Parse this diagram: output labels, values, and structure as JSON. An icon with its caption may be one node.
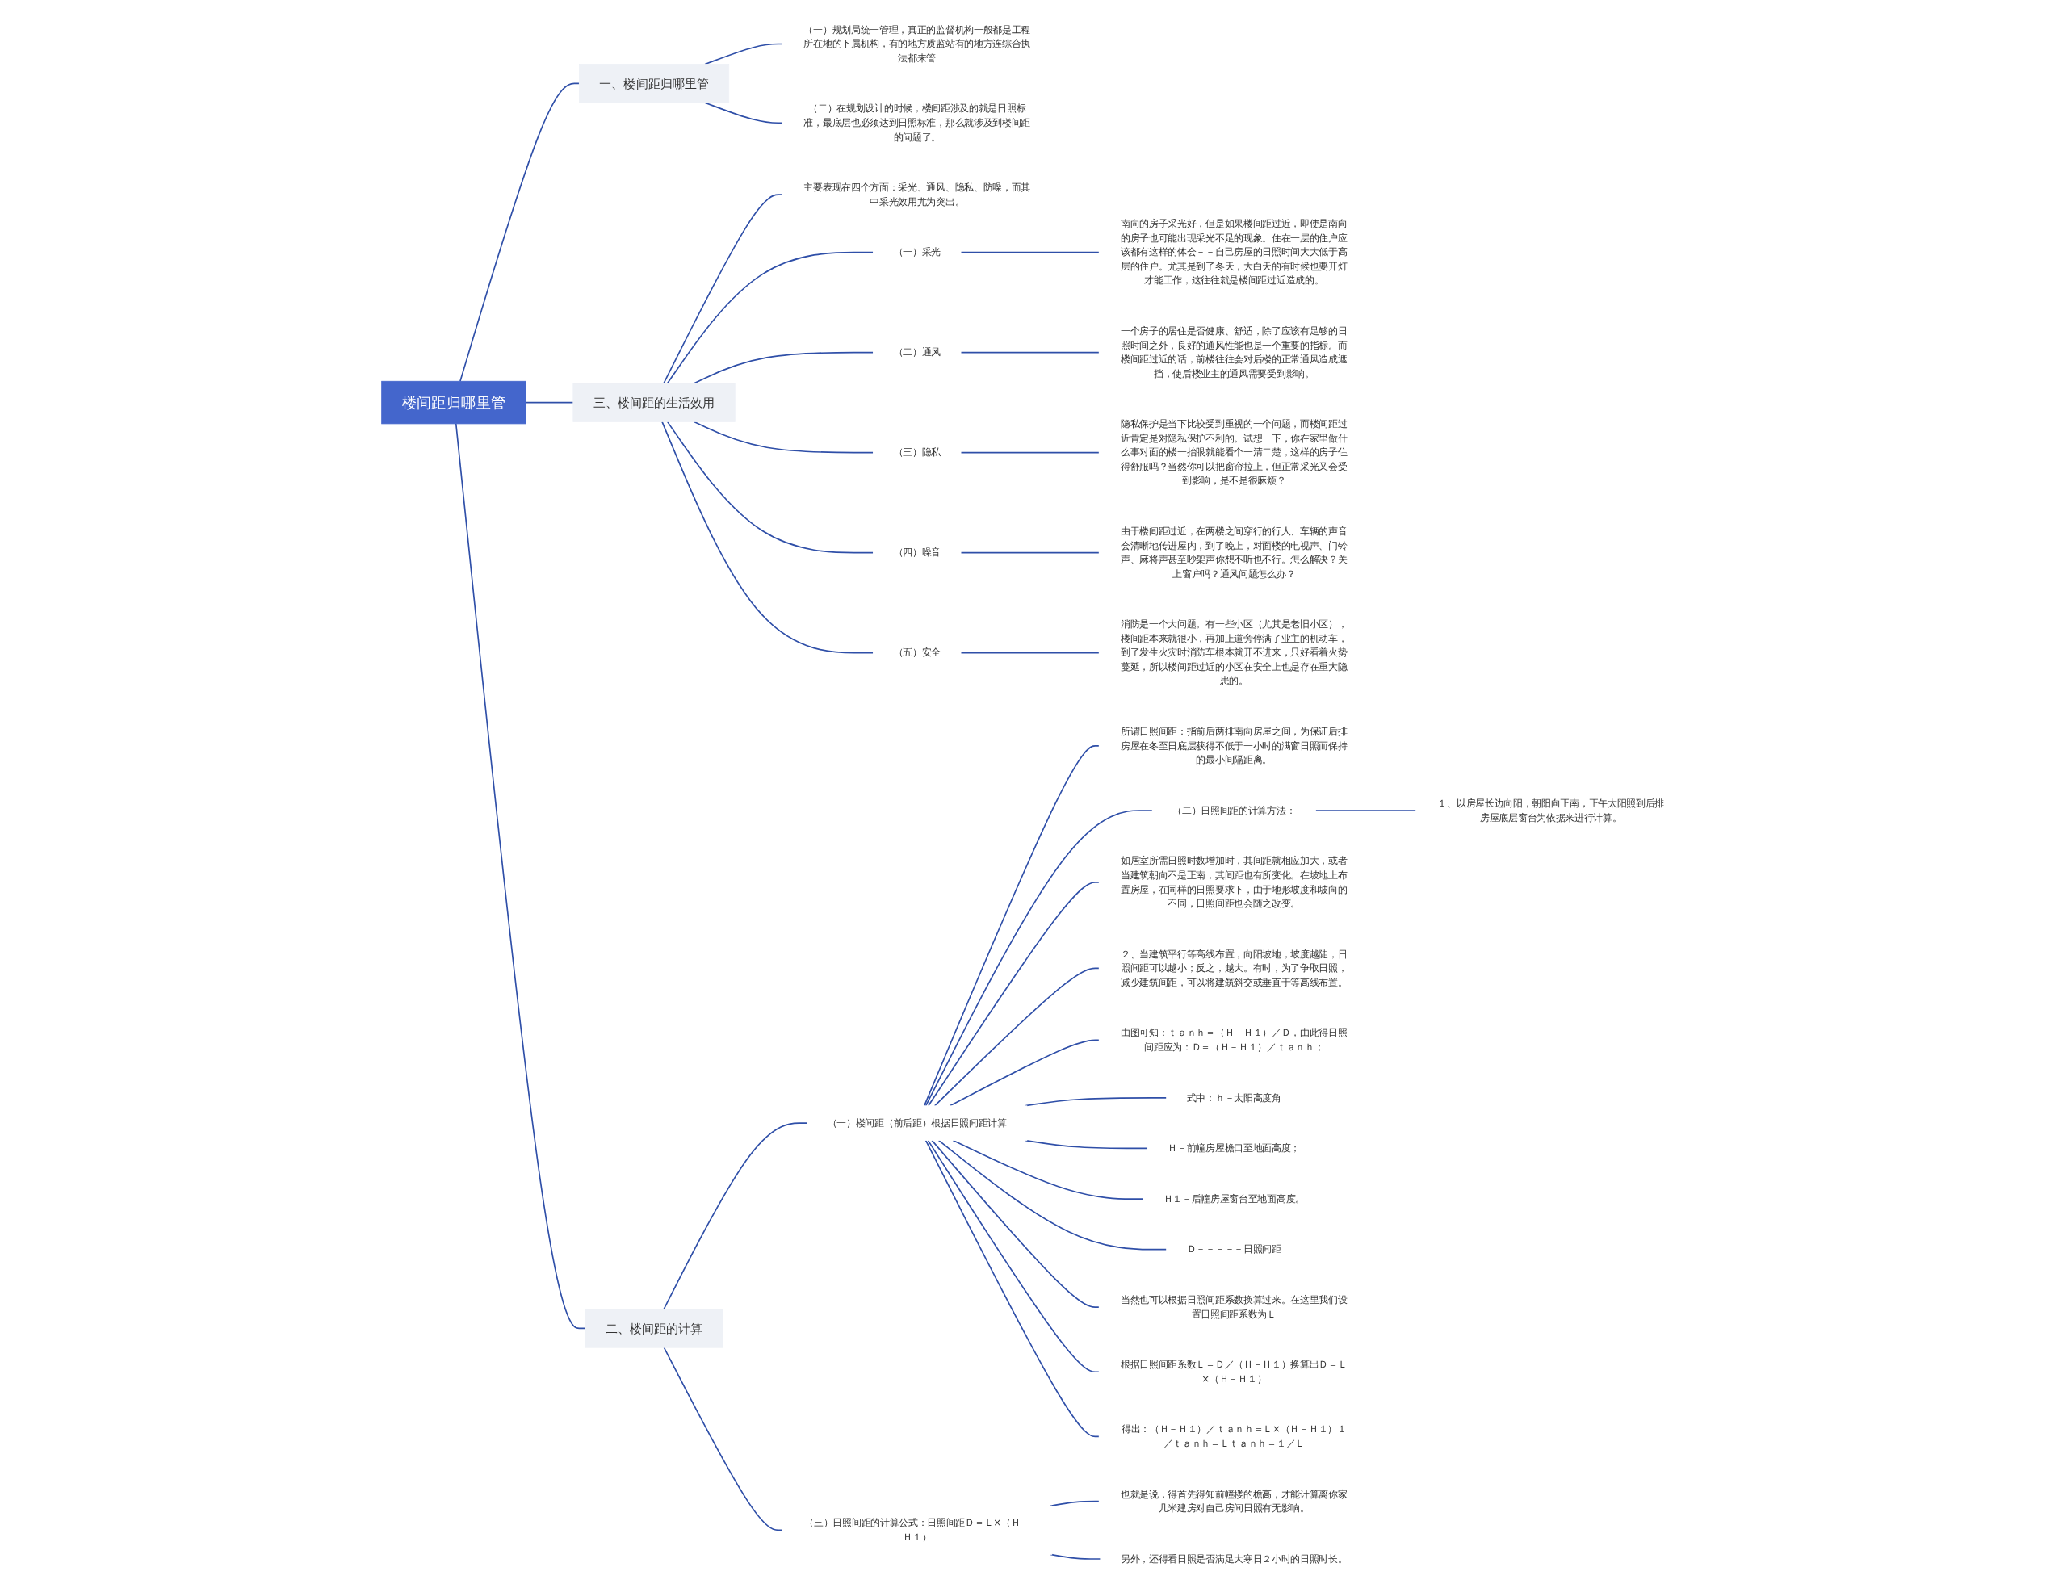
{
  "diagram": {
    "nodes": [
      {
        "text": [
          "楼间距归哪里管"
        ]
      },
      {
        "text": [
          "二、楼间距的计算"
        ]
      },
      {
        "text": [
          "（一）楼间距（前后距）根据日照间距计算"
        ]
      },
      {
        "text": [
          "所谓日照间距：指前后两排南向房屋之间，为保证后排房屋在冬至日底层获得不低于一小时的满窗日照而保持的最小间隔距离。"
        ]
      },
      {
        "text": [
          "（二）日照间距的计算方法："
        ]
      },
      {
        "text": [
          "１、以房屋长边向阳，朝阳向正南，正午太阳照到后排房屋底层窗台为依据来进行计算。"
        ]
      },
      {
        "text": [
          "如居室所需日照时数增加时，其间距就相应加大，或者当建筑朝向不是正南，其间距也有所变化。在坡地上布置房屋，在同样的日照要求下，由于地形坡度和坡向的不同，日照间距也会随之改变。"
        ]
      },
      {
        "text": [
          "２、当建筑平行等高线布置，向阳坡地，坡度越陡，日照间距可以越小；反之，越大。有时，为了争取日照，减少建筑间距，可以将建筑斜交或垂直于等高线布置。"
        ]
      },
      {
        "text": [
          "由图可知：ｔａｎｈ＝（Ｈ－Ｈ１）／Ｄ，由此得日照间距应为：Ｄ＝（Ｈ－Ｈ１）／ｔａｎｈ；"
        ]
      },
      {
        "text": [
          "式中：ｈ－太阳高度角"
        ]
      },
      {
        "text": [
          "Ｈ－前幢房屋檐口至地面高度；"
        ]
      },
      {
        "text": [
          "Ｈ１－后幢房屋窗台至地面高度。"
        ]
      },
      {
        "text": [
          "Ｄ－－－－－日照间距"
        ]
      },
      {
        "text": [
          "当然也可以根据日照间距系数换算过来。在这里我们设置日照间距系数为Ｌ"
        ]
      },
      {
        "text": [
          "根据日照间距系数Ｌ＝Ｄ／（Ｈ－Ｈ１）换算出Ｄ＝Ｌ×（Ｈ－Ｈ１）"
        ]
      },
      {
        "text": [
          "得出：（Ｈ－Ｈ１）／ｔａｎｈ＝Ｌ×（Ｈ－Ｈ１）１／ｔａｎｈ＝Ｌｔａｎｈ＝１／Ｌ"
        ]
      },
      {
        "text": [
          "（三）日照间距的计算公式：日照间距Ｄ＝Ｌ×（Ｈ－Ｈ１）"
        ]
      },
      {
        "text": [
          "也就是说，得首先得知前幢楼的檐高，才能计算离你家几米建房对自己房间日照有无影响。"
        ]
      },
      {
        "text": [
          "另外，还得看日照是否满足大寒日２小时的日照时长。"
        ]
      },
      {
        "text": [
          "一、楼间距归哪里管"
        ]
      },
      {
        "text": [
          "（一）规划局统一管理，真正的监督机构一般都是工程所在地的下属机构，有的地方质监站有的地方连综合执法都来管"
        ]
      },
      {
        "text": [
          "（二）在规划设计的时候，楼间距涉及的就是日照标准，最底层也必须达到日照标准，那么就涉及到楼间距的问题了。"
        ]
      },
      {
        "text": [
          "三、楼间距的生活效用"
        ]
      },
      {
        "text": [
          "主要表现在四个方面：采光、通风、隐私、防噪，而其中采光效用尤为突出。"
        ]
      },
      {
        "text": [
          "（一）采光"
        ]
      },
      {
        "text": [
          "南向的房子采光好，但是如果楼间距过近，即使是南向的房子也可能出现采光不足的现象。住在一层的住户应该都有这样的体会－－自己房屋的日照时间大大低于高层的住户。尤其是到了冬天，大白天的有时候也要开灯才能工作，这往往就是楼间距过近造成的。"
        ]
      },
      {
        "text": [
          "（二）通风"
        ]
      },
      {
        "text": [
          "一个房子的居住是否健康、舒适，除了应该有足够的日照时间之外，良好的通风性能也是一个重要的指标。而楼间距过近的话，前楼往往会对后楼的正常通风造成遮挡，使后楼业主的通风需要受到影响。"
        ]
      },
      {
        "text": [
          "（三）隐私"
        ]
      },
      {
        "text": [
          "隐私保护是当下比较受到重视的一个问题，而楼间距过近肯定是对隐私保护不利的。试想一下，你在家里做什么事对面的楼一抬眼就能看个一清二楚，这样的房子住得舒服吗？当然你可以把窗帘拉上，但正常采光又会受到影响，是不是很麻烦？"
        ]
      },
      {
        "text": [
          "（四）噪音"
        ]
      },
      {
        "text": [
          "由于楼间距过近，在两楼之间穿行的行人、车辆的声音会清晰地传进屋内，到了晚上，对面楼的电视声、门铃声、麻将声甚至吵架声你想不听也不行。怎么解决？关上窗户吗？通风问题怎么办？"
        ]
      },
      {
        "text": [
          "（五）安全"
        ]
      },
      {
        "text": [
          "消防是一个大问题。有一些小区（尤其是老旧小区），楼间距本来就很小，再加上道旁停满了业主的机动车，到了发生火灾时消防车根本就开不进来，只好看着火势蔓延，所以楼间距过近的小区在安全上也是存在重大隐患的。"
        ]
      }
    ],
    "edges": [
      {
        "from": 0,
        "to": 1,
        "arrow": "none"
      },
      {
        "from": 1,
        "to": 2,
        "arrow": "none"
      },
      {
        "from": 2,
        "to": 3,
        "arrow": "none"
      },
      {
        "from": 2,
        "to": 4,
        "arrow": "none"
      },
      {
        "from": 4,
        "to": 5,
        "arrow": "none"
      },
      {
        "from": 2,
        "to": 6,
        "arrow": "none"
      },
      {
        "from": 2,
        "to": 7,
        "arrow": "none"
      },
      {
        "from": 2,
        "to": 8,
        "arrow": "none"
      },
      {
        "from": 2,
        "to": 9,
        "arrow": "none"
      },
      {
        "from": 2,
        "to": 10,
        "arrow": "none"
      },
      {
        "from": 2,
        "to": 11,
        "arrow": "none"
      },
      {
        "from": 2,
        "to": 12,
        "arrow": "none"
      },
      {
        "from": 2,
        "to": 13,
        "arrow": "none"
      },
      {
        "from": 2,
        "to": 14,
        "arrow": "none"
      },
      {
        "from": 2,
        "to": 15,
        "arrow": "none"
      },
      {
        "from": 1,
        "to": 16,
        "arrow": "none"
      },
      {
        "from": 16,
        "to": 17,
        "arrow": "none"
      },
      {
        "from": 16,
        "to": 18,
        "arrow": "none"
      },
      {
        "from": 0,
        "to": 19,
        "arrow": "none"
      },
      {
        "from": 19,
        "to": 20,
        "arrow": "none"
      },
      {
        "from": 19,
        "to": 21,
        "arrow": "none"
      },
      {
        "from": 0,
        "to": 22,
        "arrow": "none"
      },
      {
        "from": 22,
        "to": 23,
        "arrow": "none"
      },
      {
        "from": 22,
        "to": 24,
        "arrow": "none"
      },
      {
        "from": 24,
        "to": 25,
        "arrow": "none"
      },
      {
        "from": 22,
        "to": 26,
        "arrow": "none"
      },
      {
        "from": 26,
        "to": 27,
        "arrow": "none"
      },
      {
        "from": 22,
        "to": 28,
        "arrow": "none"
      },
      {
        "from": 28,
        "to": 29,
        "arrow": "none"
      },
      {
        "from": 22,
        "to": 30,
        "arrow": "none"
      },
      {
        "from": 30,
        "to": 31,
        "arrow": "none"
      },
      {
        "from": 22,
        "to": 32,
        "arrow": "none"
      },
      {
        "from": 32,
        "to": 33,
        "arrow": "none"
      }
    ]
  }
}
